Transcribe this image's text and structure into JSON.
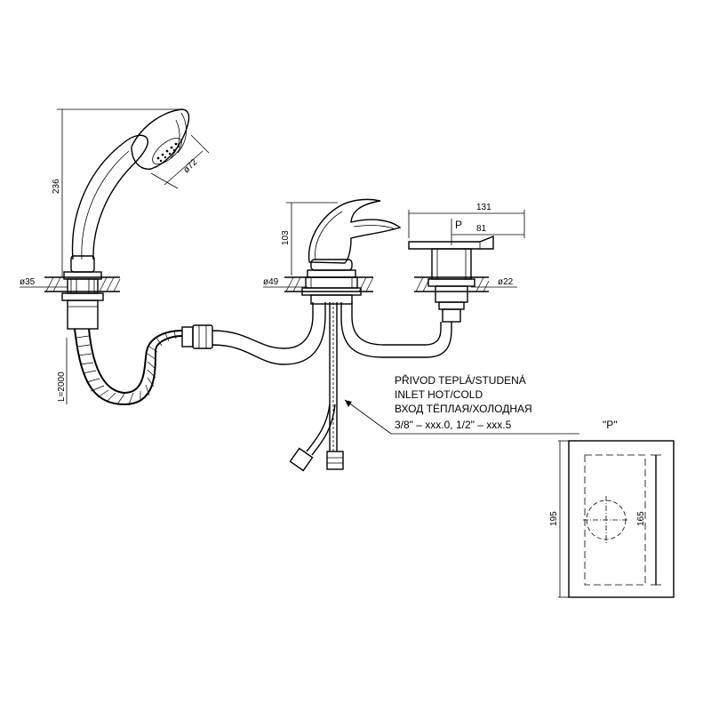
{
  "dimensions": {
    "shower_height": "236",
    "shower_head_diameter": "ø72",
    "base_left_diameter": "ø35",
    "hose_length": "L=2000",
    "spout_height": "103",
    "spout_base_diameter": "ø49",
    "handle_length": "131",
    "handle_offset": "81",
    "handle_base_diameter": "ø22",
    "handle_ref": "P",
    "detail_outer": "195",
    "detail_inner": "165"
  },
  "inlet_note": {
    "line1": "PŘIVOD TEPLÁ/STUDENÁ",
    "line2": "INLET HOT/COLD",
    "line3": "ВХОД ТЁПЛАЯ/ХОЛОДНАЯ",
    "line4": "3/8\" – xxx.0,  1/2\" – xxx.5"
  },
  "detail_title": "\"P\""
}
